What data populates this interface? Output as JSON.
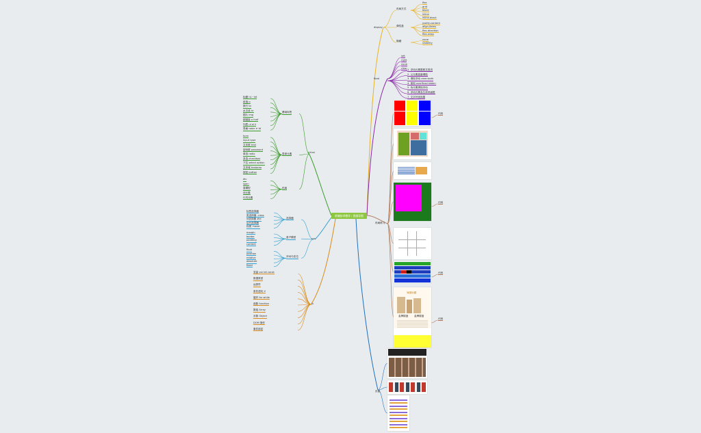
{
  "root": {
    "title": "前端技术教学 / 思维导图"
  },
  "branches": {
    "html": {
      "label": "html",
      "groups": [
        {
          "label": "基础标签",
          "items": [
            "标题 h1~h6",
            "段落 p",
            "换行 br",
            "水平线 hr",
            "图片 img",
            "超链接 a href",
            "列表 ul ol li",
            "表格 table tr td"
          ]
        },
        {
          "label": "表单元素",
          "items": [
            "form",
            "input type",
            "文本框 text",
            "密码框 password",
            "单选 radio",
            "多选 checkbox",
            "下拉 select option",
            "文本域 textarea",
            "按钮 button"
          ]
        },
        {
          "label": "布局",
          "items": [
            "div",
            "span",
            "盒模型",
            "块元素",
            "行内元素"
          ]
        }
      ]
    },
    "css": {
      "label": "css",
      "groups": [
        {
          "label": "选择器",
          "items": [
            "标签选择器",
            "类选择器 .class",
            "id选择器 #id",
            "后代选择器",
            "伪类 :hover"
          ]
        },
        {
          "label": "盒子模型",
          "items": [
            "margin",
            "border",
            "padding",
            "content"
          ]
        },
        {
          "label": "浮动与定位",
          "items": [
            "float",
            "position",
            "relative",
            "absolute",
            "fixed"
          ]
        }
      ]
    },
    "js": {
      "label": "js",
      "items": [
        "变量 var let const",
        "数据类型",
        "运算符",
        "条件语句 if",
        "循环 for while",
        "函数 function",
        "数组 Array",
        "对象 Object",
        "DOM 操作",
        "事件绑定"
      ]
    },
    "display": {
      "label": "display",
      "groups": [
        {
          "label": "布局方式",
          "items": [
            "flex",
            "grid",
            "block",
            "inline",
            "inline-block"
          ]
        },
        {
          "label": "弹性盒",
          "items": [
            "justify-content",
            "align-items",
            "flex-direction",
            "flex-wrap"
          ]
        },
        {
          "label": "隐藏",
          "items": [
            "none",
            "visibility"
          ]
        }
      ]
    },
    "float": {
      "label": "float",
      "items": [
        "left",
        "right",
        "none",
        "clear"
      ],
      "details": [
        "1. 浮动元素脱离文档流",
        "2. 父元素高度塌陷",
        "3. 清除浮动 clear:both",
        "4. 使用 overflow:hidden",
        "5. 伪元素清除浮动",
        "6. 浮动元素会生成块级框",
        "7. 文字环绕效果"
      ]
    },
    "practice": {
      "label": "布局练习",
      "links": [
        "代码",
        "代码",
        "代码",
        "代码"
      ]
    },
    "pages": {
      "label": "页面"
    }
  },
  "thumb_text": {
    "estate_title": "海报标题",
    "estate_col1": "金牌楼盘",
    "estate_col2": "金牌楼盘"
  },
  "colors": {
    "green": "#3a9a2a",
    "blue": "#2e9fd3",
    "orange": "#d98a1b",
    "purple": "#8a27a8",
    "yellow": "#e9b21f",
    "brown": "#b07a5a",
    "darkblue": "#1f6fbf"
  }
}
